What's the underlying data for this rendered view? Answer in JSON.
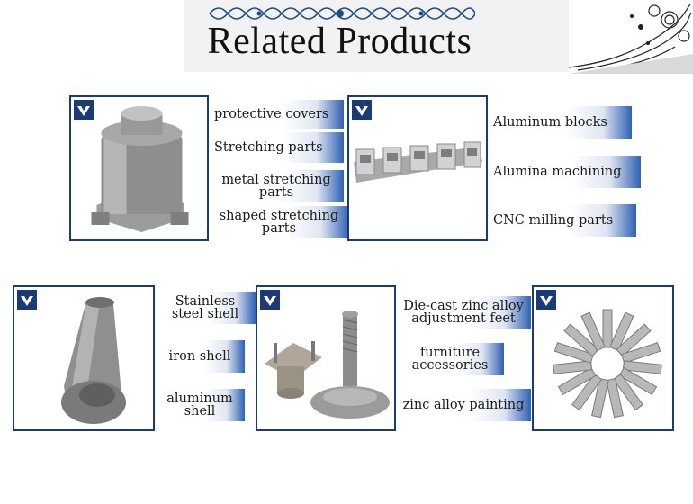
{
  "header": {
    "title": "Related Products"
  },
  "group1": {
    "labels": [
      "protective covers",
      "Stretching parts",
      "metal stretching parts",
      "shaped stretching parts"
    ],
    "icon": "metal-cap-icon"
  },
  "group2": {
    "labels": [
      "Aluminum blocks",
      "Alumina machining",
      "CNC milling parts"
    ],
    "icon": "aluminum-blocks-icon"
  },
  "group3": {
    "labels": [
      "Stainless steel shell",
      "iron shell",
      "aluminum shell"
    ],
    "icon": "tube-shell-icon"
  },
  "group4": {
    "labels": [
      "Die-cast zinc alloy adjustment feet",
      "furniture accessories",
      "zinc alloy painting"
    ],
    "icon": "adjustment-foot-icon"
  },
  "group5": {
    "icon": "metal-strips-icon"
  },
  "colors": {
    "accent": "#1b3a78",
    "tab_blue": "#2f61b5"
  }
}
